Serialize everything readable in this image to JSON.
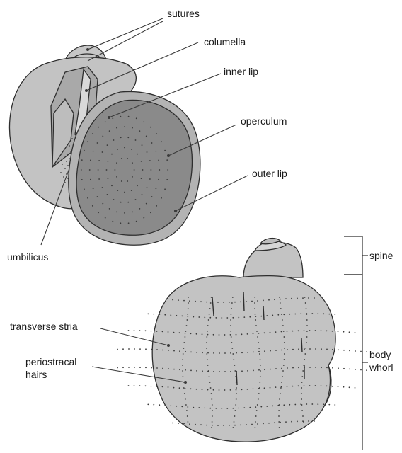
{
  "labels": {
    "sutures": "sutures",
    "columella": "columella",
    "inner_lip": "inner lip",
    "operculum": "operculum",
    "outer_lip": "outer lip",
    "umbilicus": "umbilicus",
    "spine": "spine",
    "transverse_stria": "transverse stria",
    "periostracal_hairs_line1": "periostracal",
    "periostracal_hairs_line2": "hairs",
    "body_whorl_line1": "body",
    "body_whorl_line2": "whorl"
  },
  "colors": {
    "shell_fill": "#c3c3c3",
    "shell_inner": "#a9a9a9",
    "operculum_fill": "#8a8a8a",
    "outline": "#2e2e2e",
    "background": "#ffffff"
  }
}
